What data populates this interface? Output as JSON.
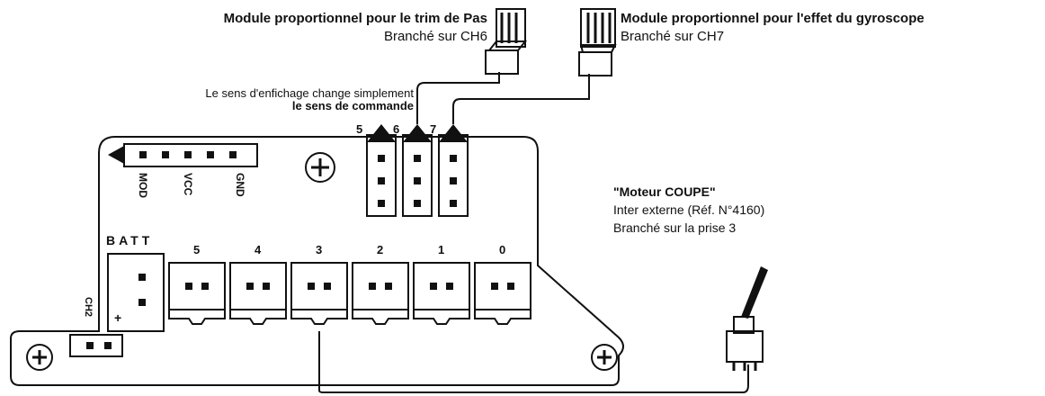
{
  "modules": {
    "pas": {
      "title": "Module proportionnel pour le trim de Pas",
      "channel": "Branché sur CH6"
    },
    "gyro": {
      "title": "Module proportionnel pour l'effet du gyroscope",
      "channel": "Branché sur CH7"
    }
  },
  "note": {
    "line1": "Le sens d'enfichage change simplement",
    "line2": "le sens de commande"
  },
  "header_pins": {
    "labels": [
      "MOD",
      "VCC",
      "GND"
    ]
  },
  "channel_numbers": [
    "5",
    "6",
    "7"
  ],
  "batt": {
    "label": "BATT",
    "plus": "+"
  },
  "ch2_label": "CH2",
  "ports": [
    "5",
    "4",
    "3",
    "2",
    "1",
    "0"
  ],
  "motor_cut": {
    "title": "\"Moteur COUPE\"",
    "line1": "Inter externe (Réf. N°4160)",
    "line2": "Branché sur la prise 3"
  }
}
